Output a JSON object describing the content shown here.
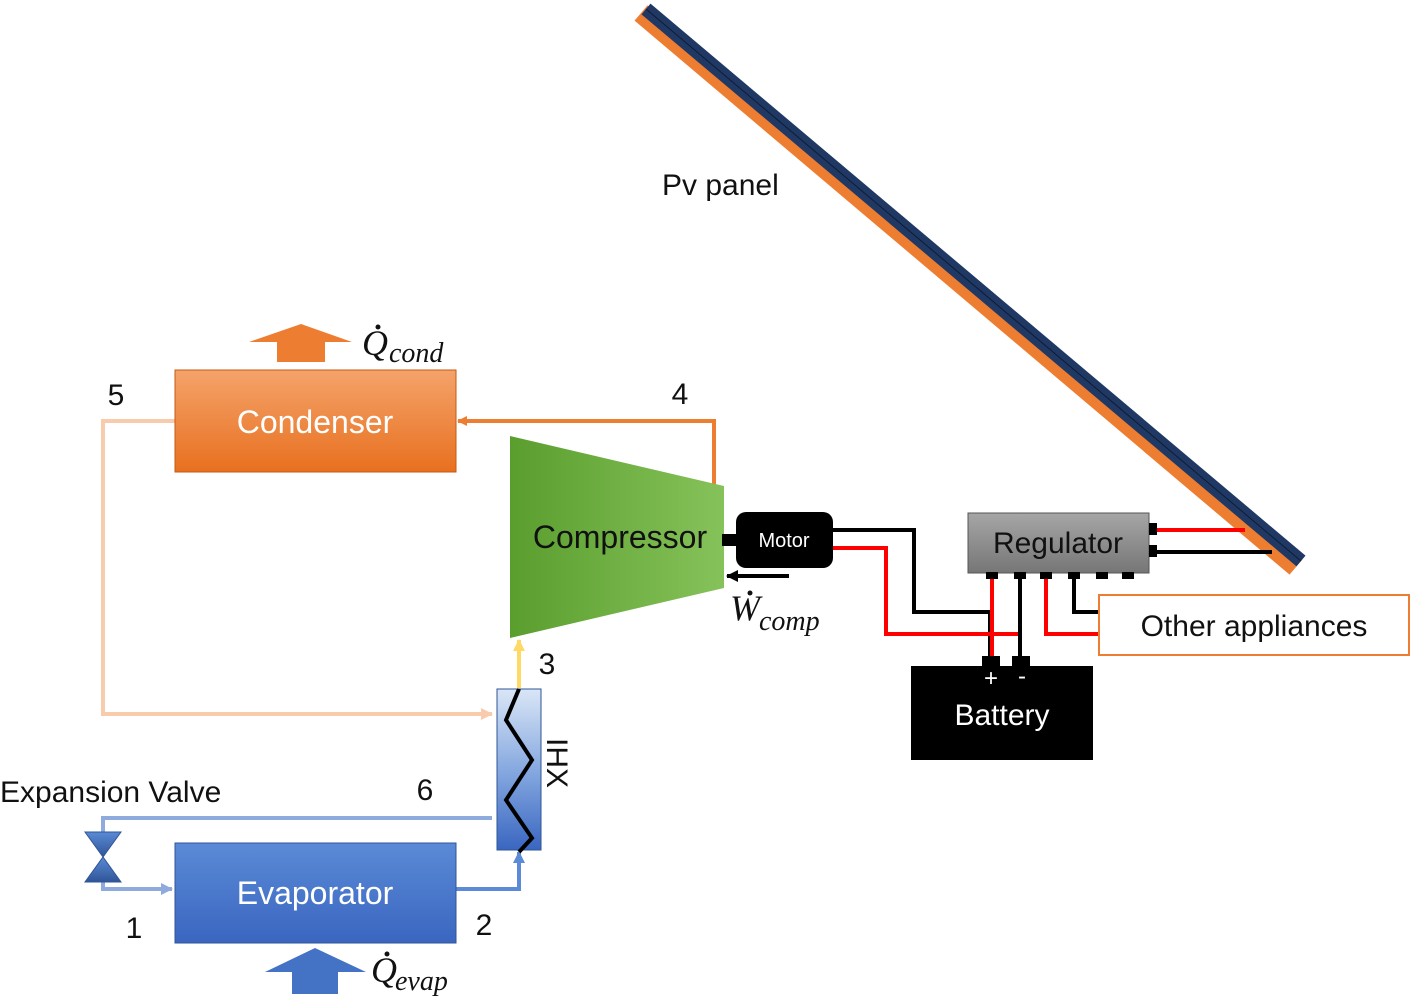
{
  "components": {
    "pv_panel": "Pv panel",
    "condenser": "Condenser",
    "compressor": "Compressor",
    "motor": "Motor",
    "regulator": "Regulator",
    "battery": "Battery",
    "other_appliances": "Other appliances",
    "evaporator": "Evaporator",
    "expansion_valve": "Expansion Valve",
    "ihx": "IHX"
  },
  "battery_terminals": {
    "plus": "+",
    "minus": "-"
  },
  "state_points": {
    "p1": "1",
    "p2": "2",
    "p3": "3",
    "p4": "4",
    "p5": "5",
    "p6": "6"
  },
  "heat_flows": {
    "q_cond": {
      "symbol": "Q",
      "subscript": "cond"
    },
    "q_evap": {
      "symbol": "Q",
      "subscript": "evap"
    },
    "w_comp": {
      "symbol": "W",
      "subscript": "comp"
    }
  },
  "colors": {
    "condenser": "#ed7d31",
    "compressor": "#6aad3c",
    "evaporator": "#4472c4",
    "hot_line": "#ed7d31",
    "warm_line": "#f8cbad",
    "suction_line": "#ffd966",
    "cold_line": "#8faadc",
    "wire_positive": "#ff0000",
    "wire_negative": "#000000",
    "pv_frame": "#1f3864"
  }
}
